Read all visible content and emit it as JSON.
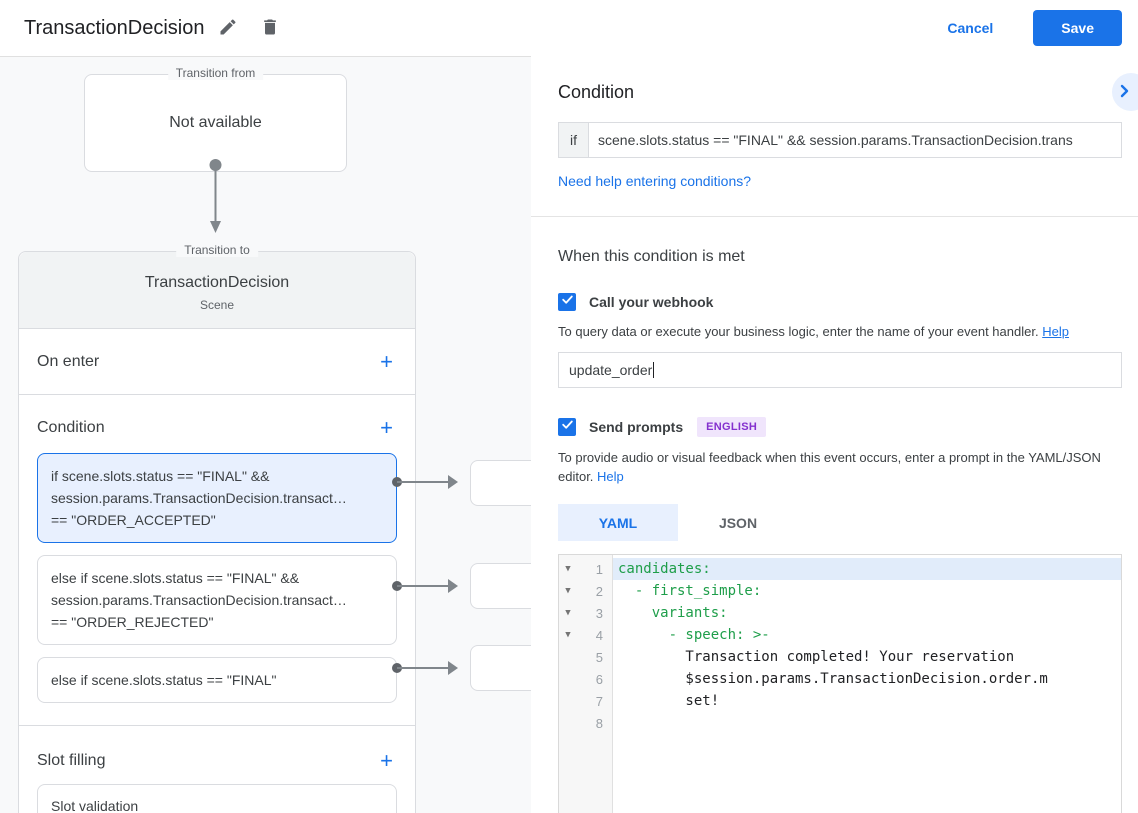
{
  "header": {
    "title": "TransactionDecision",
    "cancel_label": "Cancel",
    "save_label": "Save"
  },
  "canvas": {
    "transition_from": {
      "legend": "Transition from",
      "content": "Not available"
    },
    "transition_to": {
      "legend": "Transition to",
      "title": "TransactionDecision",
      "subtitle": "Scene"
    },
    "on_enter_label": "On enter",
    "condition_label": "Condition",
    "slot_filling_label": "Slot filling",
    "slot_validation_label": "Slot validation",
    "conditions": [
      {
        "selected": true,
        "lines": [
          "if scene.slots.status == \"FINAL\" &&",
          "session.params.TransactionDecision.transact…",
          "== \"ORDER_ACCEPTED\""
        ]
      },
      {
        "selected": false,
        "lines": [
          "else if scene.slots.status == \"FINAL\" &&",
          "session.params.TransactionDecision.transact…",
          "== \"ORDER_REJECTED\""
        ]
      },
      {
        "selected": false,
        "lines": [
          "else if scene.slots.status == \"FINAL\""
        ]
      }
    ]
  },
  "panel": {
    "condition": {
      "title": "Condition",
      "if_label": "if",
      "expression": "scene.slots.status == \"FINAL\" && session.params.TransactionDecision.trans",
      "help_link": "Need help entering conditions?"
    },
    "when_met": {
      "title": "When this condition is met",
      "webhook": {
        "label": "Call your webhook",
        "checked": true,
        "helper": "To query data or execute your business logic, enter the name of your event handler.",
        "help_link": "Help",
        "value": "update_order"
      },
      "prompts": {
        "label": "Send prompts",
        "badge": "ENGLISH",
        "checked": true,
        "helper": "To provide audio or visual feedback when this event occurs, enter a prompt in the YAML/JSON editor.",
        "help_link": "Help"
      },
      "tabs": {
        "yaml": "YAML",
        "json": "JSON",
        "active": "YAML"
      },
      "editor": {
        "lines": [
          {
            "num": "1",
            "text": "candidates:",
            "type": "key",
            "fold": true,
            "active": true
          },
          {
            "num": "2",
            "text": "  - first_simple:",
            "type": "key",
            "fold": true
          },
          {
            "num": "3",
            "text": "    variants:",
            "type": "key",
            "fold": true
          },
          {
            "num": "4",
            "text": "      - speech: >-",
            "type": "key",
            "fold": true
          },
          {
            "num": "5",
            "text": "        Transaction completed! Your reservation",
            "type": "text"
          },
          {
            "num": "6",
            "text": "        $session.params.TransactionDecision.order.m",
            "type": "text"
          },
          {
            "num": "7",
            "text": "        set!",
            "type": "text"
          },
          {
            "num": "8",
            "text": "",
            "type": "text"
          }
        ]
      }
    }
  },
  "colors": {
    "accent_blue": "#1a73e8",
    "selected_bg": "#e8f0fe",
    "code_green": "#1e9e4a",
    "badge_purple": "#8430ce",
    "badge_bg": "#f0e5fc"
  }
}
